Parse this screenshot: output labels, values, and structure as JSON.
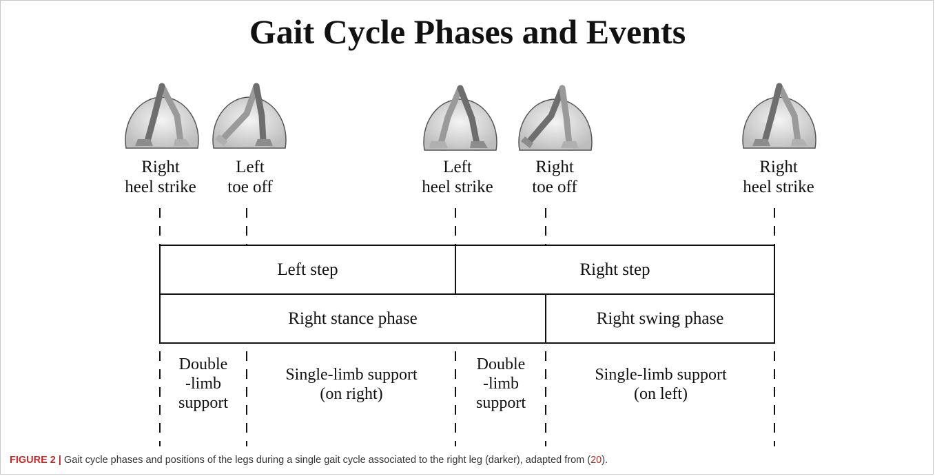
{
  "title": "Gait Cycle Phases and Events",
  "events": [
    {
      "line1": "Right",
      "line2": "heel strike"
    },
    {
      "line1": "Left",
      "line2": "toe off"
    },
    {
      "line1": "Left",
      "line2": "heel strike"
    },
    {
      "line1": "Right",
      "line2": "toe off"
    },
    {
      "line1": "Right",
      "line2": "heel strike"
    }
  ],
  "steps": {
    "left": "Left step",
    "right": "Right step"
  },
  "phases": {
    "stance": "Right stance phase",
    "swing": "Right swing phase"
  },
  "support": [
    {
      "line1": "Double",
      "line2": "-limb",
      "line3": "support"
    },
    {
      "line1": "Single-limb support",
      "line2": "(on right)"
    },
    {
      "line1": "Double",
      "line2": "-limb",
      "line3": "support"
    },
    {
      "line1": "Single-limb support",
      "line2": "(on left)"
    }
  ],
  "caption": {
    "label": "FIGURE 2 |",
    "text": " Gait cycle phases and positions of the legs during a single gait cycle associated to the right leg (darker), adapted from (",
    "ref": "20",
    "end": ")."
  }
}
